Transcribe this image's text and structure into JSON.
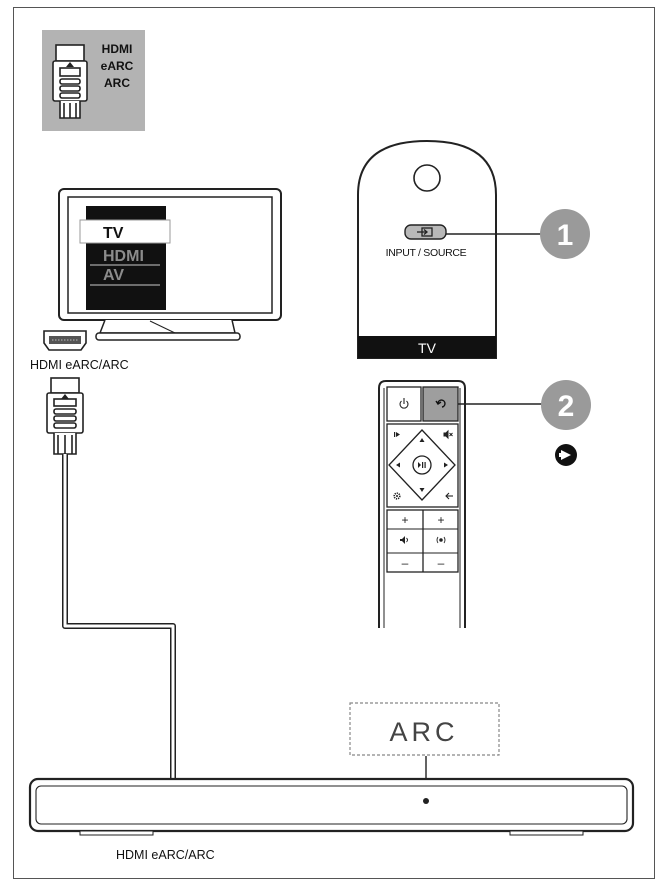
{
  "badge": {
    "lines": [
      "HDMI",
      "eARC",
      "ARC"
    ]
  },
  "tv": {
    "menu": [
      "TV",
      "HDMI",
      "AV"
    ],
    "port_label": "HDMI eARC/ARC"
  },
  "remote_tv": {
    "button_label": "INPUT / SOURCE",
    "footer_label": "TV"
  },
  "steps": [
    {
      "number": "1"
    },
    {
      "number": "2"
    }
  ],
  "soundbar": {
    "display_text": "ARC",
    "port_label": "HDMI  eARC/ARC"
  },
  "remote_sb": {
    "plus_left": "+",
    "plus_right": "+",
    "minus_left": "–",
    "minus_right": "–"
  },
  "colors": {
    "badge_bg": "#b3b3b3",
    "step_circle": "#9a9a9a",
    "outline": "#222222"
  }
}
